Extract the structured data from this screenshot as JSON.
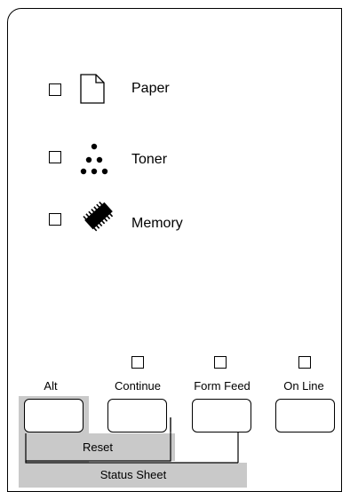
{
  "status": {
    "paper": {
      "label": "Paper",
      "icon": "paper-icon"
    },
    "toner": {
      "label": "Toner",
      "icon": "toner-icon"
    },
    "memory": {
      "label": "Memory",
      "icon": "memory-chip-icon"
    }
  },
  "buttons": {
    "alt": {
      "label": "Alt"
    },
    "continue": {
      "label": "Continue"
    },
    "form_feed": {
      "label": "Form Feed"
    },
    "on_line": {
      "label": "On Line"
    }
  },
  "combos": {
    "reset": "Reset",
    "status_sheet": "Status Sheet"
  },
  "colors": {
    "panel_gray": "#c9c9c9",
    "outline": "#000000"
  }
}
